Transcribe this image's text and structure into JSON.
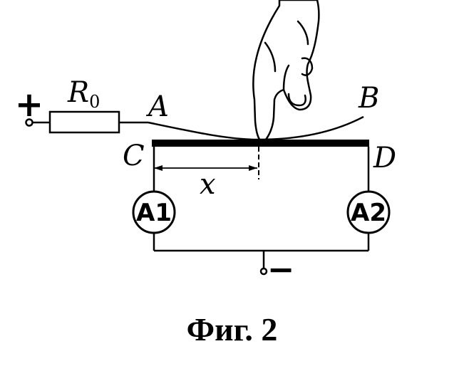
{
  "diagram": {
    "labels": {
      "plus": "+",
      "minus": "−",
      "resistor_letter": "R",
      "resistor_sub": "0",
      "point_a": "A",
      "point_b": "B",
      "point_c": "C",
      "point_d": "D",
      "distance": "x"
    },
    "ammeters": {
      "left": "A1",
      "right": "A2"
    },
    "caption": "Фиг. 2"
  }
}
